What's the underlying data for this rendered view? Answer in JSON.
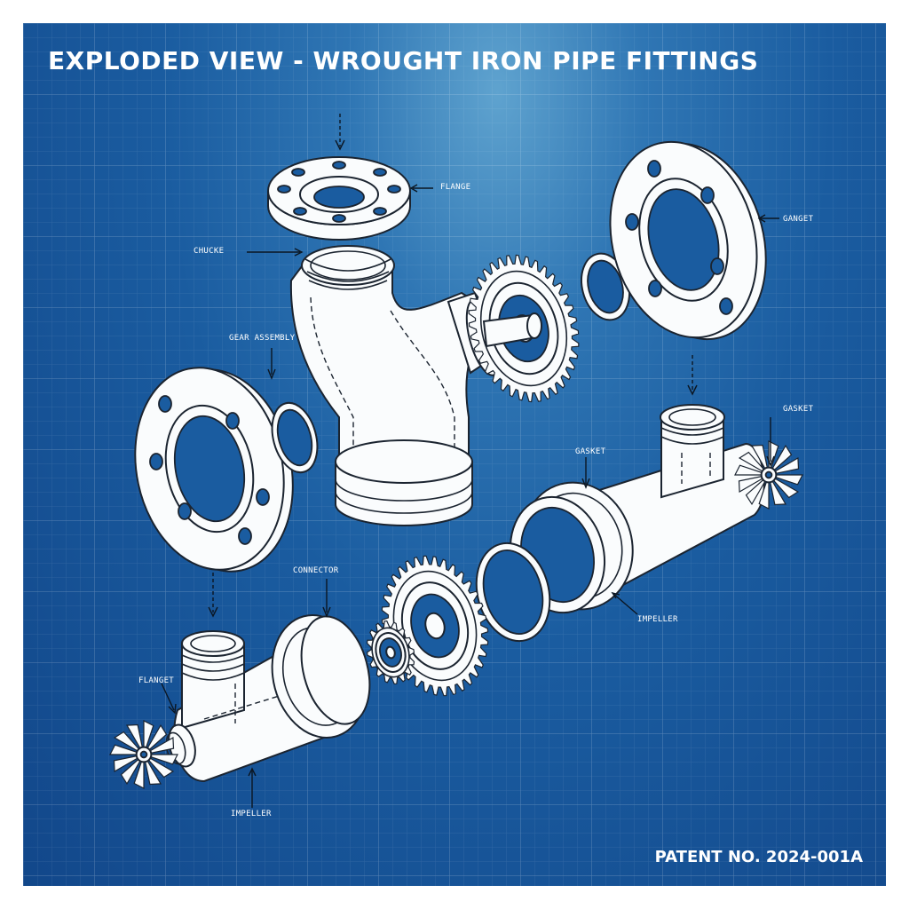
{
  "title": "EXPLODED VIEW - WROUGHT IRON PIPE FITTINGS",
  "patent": "PATENT NO. 2024-001A",
  "labels": {
    "flange": "FLANGE",
    "chuck": "CHUCKE",
    "gear_assembly": "GEAR ASSEMBLY",
    "ganget": "GANGET",
    "gasket_right": "GASKET",
    "gasket_center": "GASKET",
    "connector": "CONNECTOR",
    "impeller_right": "IMPELLER",
    "flanget": "FLANGET",
    "impeller_left": "IMPELLER"
  },
  "colors": {
    "background": "#1a5ca0",
    "highlight": "#5fa3cf",
    "line": "#1b2430",
    "part_fill": "#fafcfd"
  }
}
